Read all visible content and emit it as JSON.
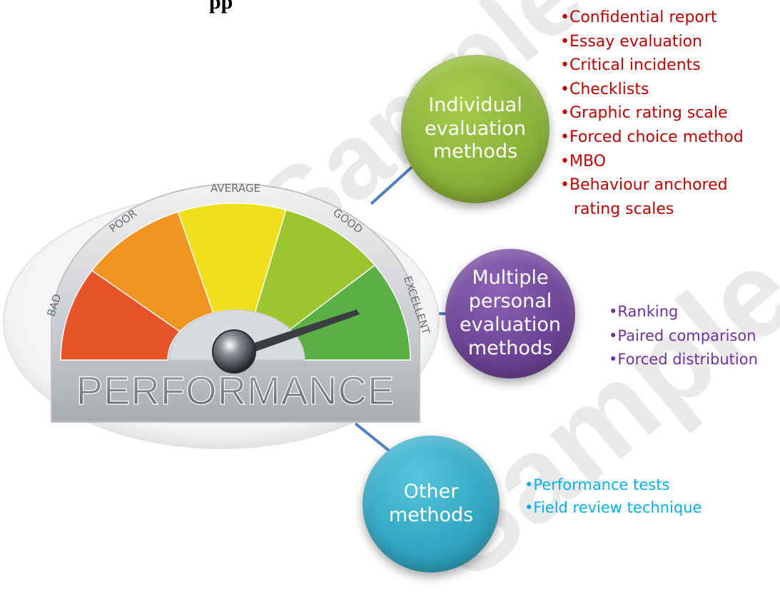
{
  "heading_fragment": "pp",
  "watermark_text": "Sample",
  "gauge": {
    "segments": [
      {
        "label": "BAD",
        "color": "#e8542a"
      },
      {
        "label": "POOR",
        "color": "#f29422"
      },
      {
        "label": "AVERAGE",
        "color": "#f0e01c"
      },
      {
        "label": "GOOD",
        "color": "#9cc530"
      },
      {
        "label": "EXCELLENT",
        "color": "#5bb045"
      }
    ],
    "title": "PERFORMANCE",
    "needle_level": "excellent"
  },
  "categories": [
    {
      "title_lines": [
        "Individual",
        "evaluation",
        "methods"
      ],
      "color": "#8bb33a",
      "text_color": "#c00000",
      "items": [
        "Confidential report",
        "Essay evaluation",
        "Critical incidents",
        "Checklists",
        "Graphic rating scale",
        "Forced choice method",
        "MBO",
        "Behaviour anchored"
      ],
      "last_item_continuation": "rating scales"
    },
    {
      "title_lines": [
        "Multiple",
        "personal",
        "evaluation",
        "methods"
      ],
      "color": "#6f4597",
      "text_color": "#7030a0",
      "items": [
        "Ranking",
        "Paired comparison",
        "Forced distribution"
      ]
    },
    {
      "title_lines": [
        "Other",
        "methods"
      ],
      "color": "#33a7c2",
      "text_color": "#00b0f0",
      "items": [
        "Performance tests",
        "Field review technique"
      ]
    }
  ],
  "connector_color": "#4f7fbf"
}
